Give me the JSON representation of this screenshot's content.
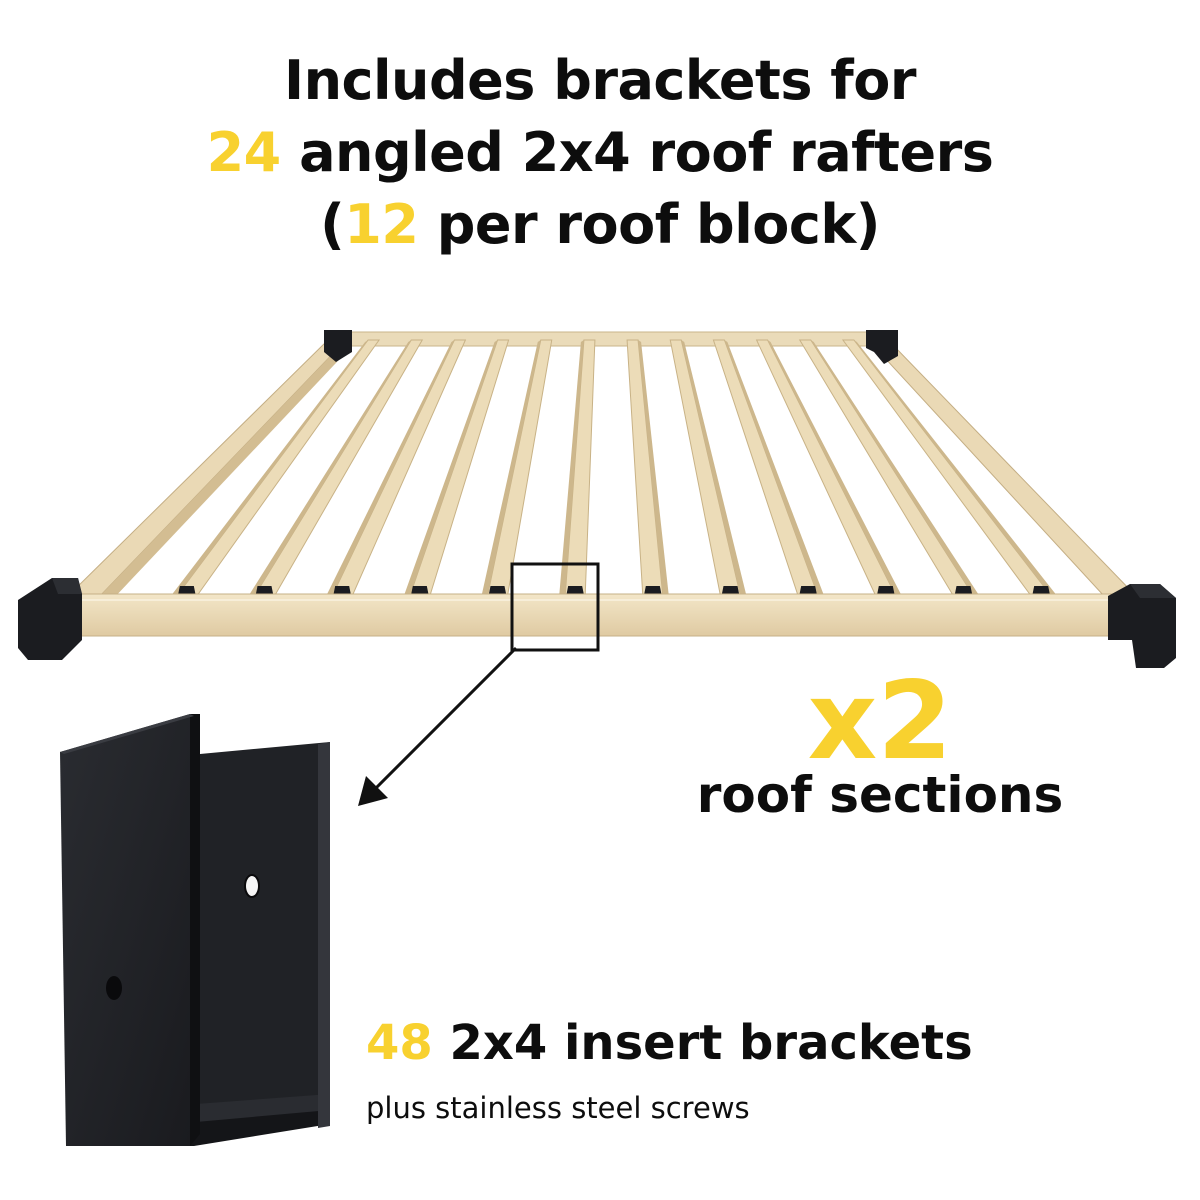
{
  "headline": {
    "line1": "Includes brackets for",
    "rafter_count": "24",
    "line2_rest": " angled 2x4 roof rafters",
    "line3_open": "(",
    "per_block_count": "12",
    "line3_rest": " per roof block)"
  },
  "multiplier": {
    "value": "x2",
    "label": "roof sections"
  },
  "brackets": {
    "count": "48",
    "label": " 2x4 insert brackets",
    "sublabel": "plus stainless steel screws"
  },
  "colors": {
    "accent": "#f8d12f",
    "text": "#0d0d0d",
    "wood_light": "#eedfbf",
    "wood_mid": "#dcc79f",
    "bracket_black": "#18191c"
  },
  "icons": {
    "roof_frame": "wooden-roof-frame-illustration",
    "bracket": "insert-bracket-illustration",
    "callout_arrow": "arrow-icon"
  }
}
